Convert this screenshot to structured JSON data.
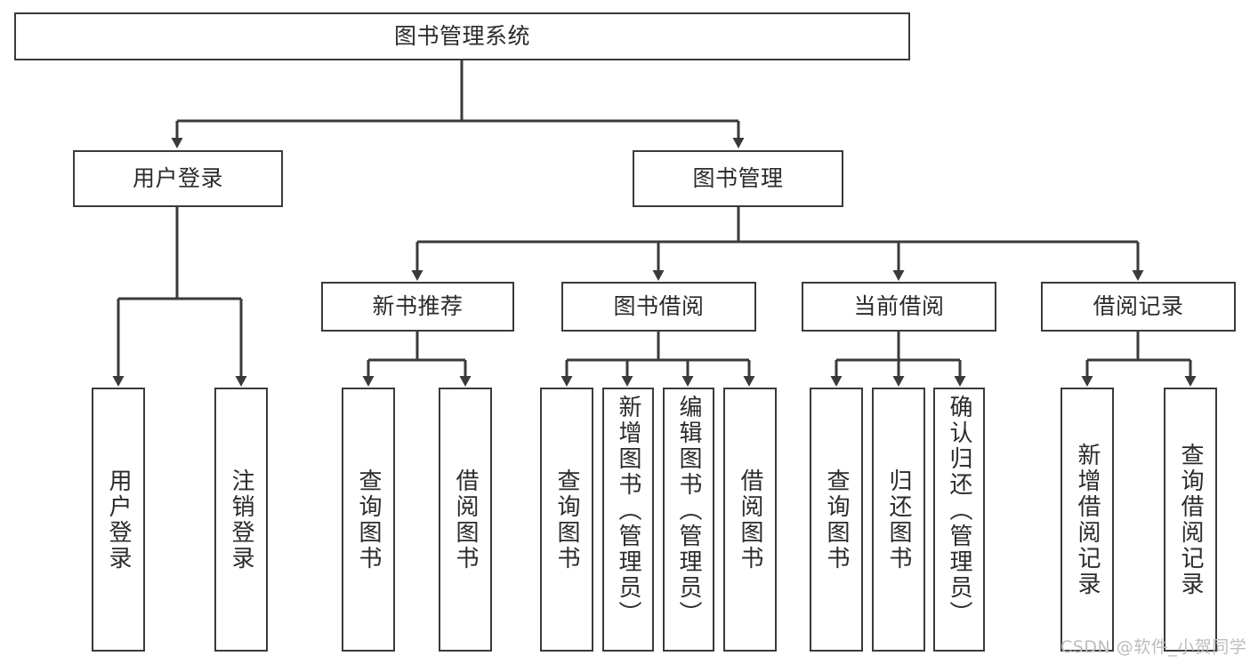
{
  "diagram": {
    "title": "图书管理系统",
    "type": "hierarchy-tree",
    "root": {
      "label": "图书管理系统"
    },
    "level2": [
      {
        "label": "用户登录"
      },
      {
        "label": "图书管理"
      }
    ],
    "level3": [
      {
        "label": "新书推荐"
      },
      {
        "label": "图书借阅"
      },
      {
        "label": "当前借阅"
      },
      {
        "label": "借阅记录"
      }
    ],
    "leaves": {
      "user_login": [
        {
          "label": "用户登录"
        },
        {
          "label": "注销登录"
        }
      ],
      "new_book_recommend": [
        {
          "label": "查询图书"
        },
        {
          "label": "借阅图书"
        }
      ],
      "book_borrow": [
        {
          "label": "查询图书"
        },
        {
          "label": "新增图书（管理员）"
        },
        {
          "label": "编辑图书（管理员）"
        },
        {
          "label": "借阅图书"
        }
      ],
      "current_borrow": [
        {
          "label": "查询图书"
        },
        {
          "label": "归还图书"
        },
        {
          "label": "确认归还（管理员）"
        }
      ],
      "borrow_record": [
        {
          "label": "新增借阅记录"
        },
        {
          "label": "查询借阅记录"
        }
      ]
    }
  },
  "watermark": {
    "text": "CSDN @软件_小贺同学"
  },
  "colors": {
    "stroke": "#3a3a3a",
    "text": "#2b2b2b",
    "background": "#ffffff",
    "watermark": "#bdbdbd"
  }
}
